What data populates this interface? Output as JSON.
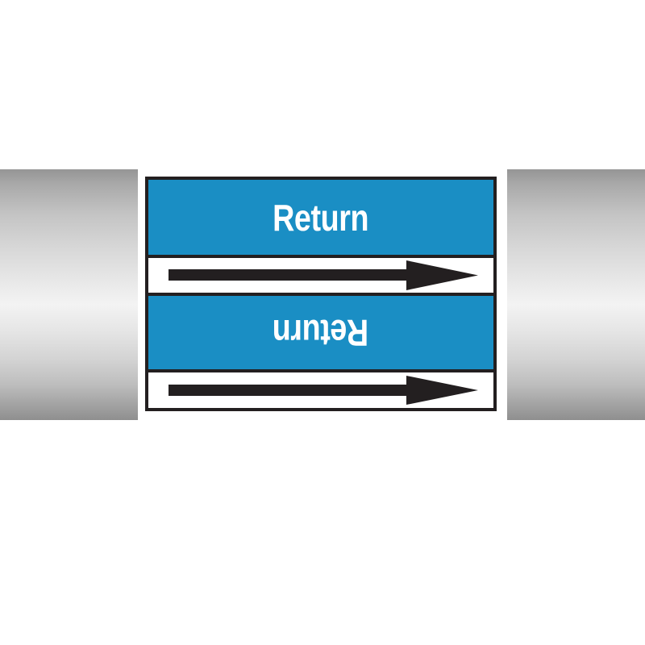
{
  "product": {
    "type": "pipe-marker-label",
    "colors": {
      "band": "#1a8ec4",
      "text": "#ffffff",
      "border": "#231f20",
      "arrow": "#231f20",
      "pipe": "#c8c8c8"
    },
    "bands": [
      {
        "kind": "text",
        "text": "Return",
        "orientation": "upright"
      },
      {
        "kind": "arrow",
        "direction": "right",
        "icon": "arrow-right-icon"
      },
      {
        "kind": "text",
        "text": "Return",
        "orientation": "upside-down"
      },
      {
        "kind": "arrow",
        "direction": "right",
        "icon": "arrow-right-icon"
      }
    ]
  }
}
